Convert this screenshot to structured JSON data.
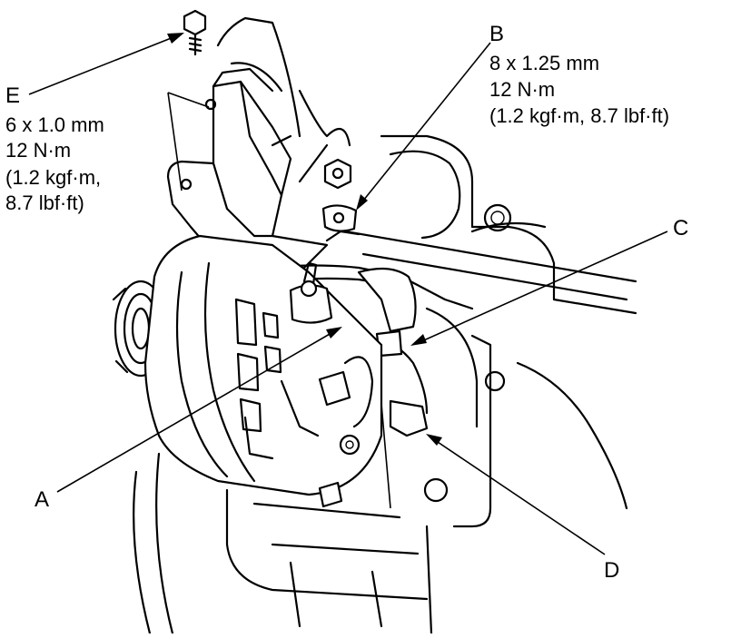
{
  "callouts": {
    "a": {
      "letter": "A"
    },
    "b": {
      "letter": "B",
      "spec": [
        "8 x 1.25 mm",
        "12 N·m",
        "(1.2 kgf·m, 8.7 lbf·ft)"
      ]
    },
    "c": {
      "letter": "C"
    },
    "d": {
      "letter": "D"
    },
    "e": {
      "letter": "E",
      "spec": [
        "6 x 1.0 mm",
        "12 N·m",
        "(1.2 kgf·m,",
        "8.7 lbf·ft)"
      ]
    }
  }
}
